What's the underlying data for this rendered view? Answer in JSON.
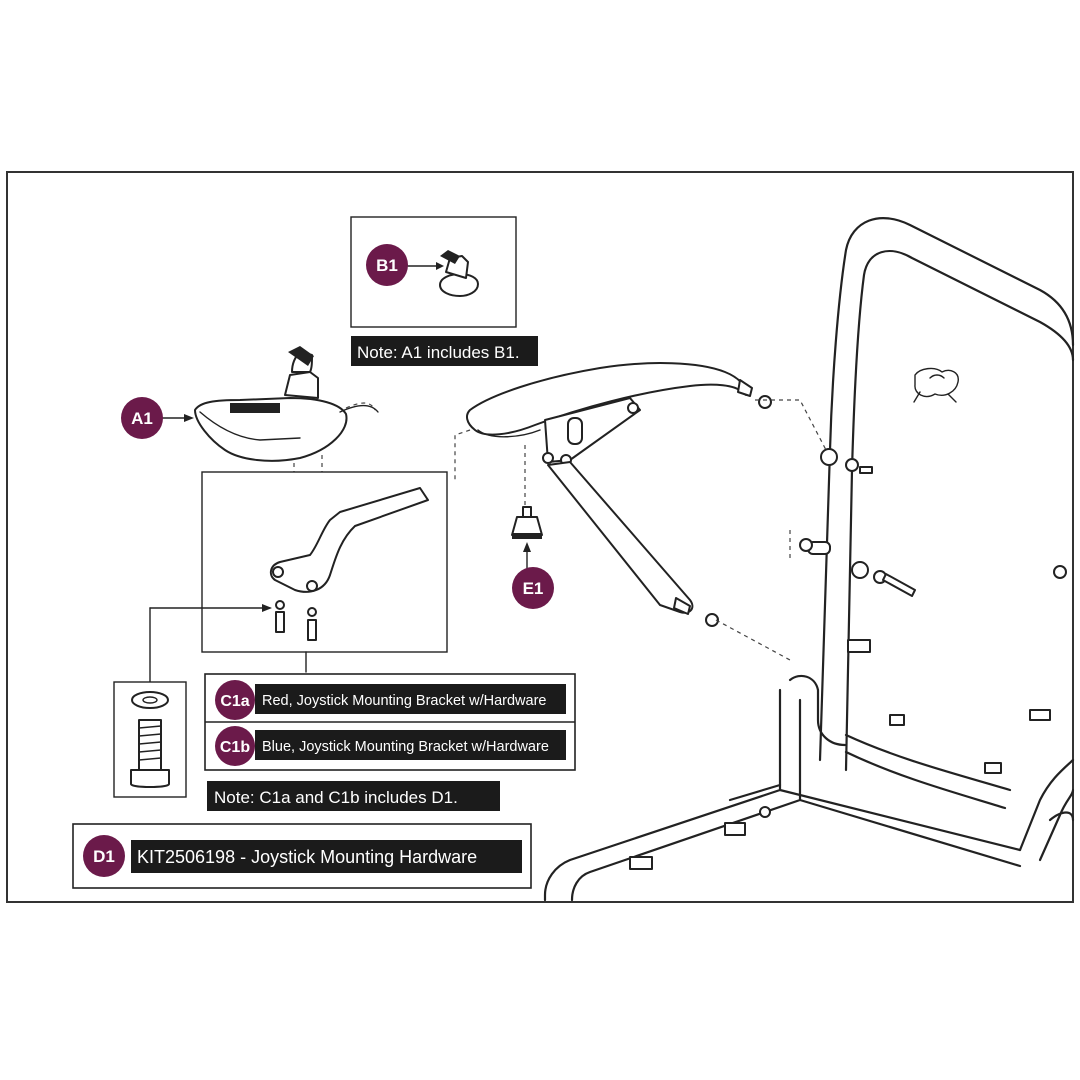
{
  "colors": {
    "badge": "#6b1a4a",
    "label_bg": "#1b1b1b",
    "label_text": "#ffffff",
    "border": "#333333"
  },
  "badges": {
    "a1": "A1",
    "b1": "B1",
    "c1a": "C1a",
    "c1b": "C1b",
    "d1": "D1",
    "e1": "E1"
  },
  "labels": {
    "note_a1": "Note: A1 includes B1.",
    "c1a_desc": "Red, Joystick Mounting Bracket w/Hardware",
    "c1b_desc": "Blue, Joystick Mounting Bracket w/Hardware",
    "note_c1": "Note: C1a and C1b includes D1.",
    "d1_desc": "KIT2506198 - Joystick Mounting Hardware"
  },
  "parts": {
    "a1": "joystick-controller",
    "b1": "joystick-knob",
    "c1": "joystick-mounting-bracket",
    "d1": "mounting-screw-and-washer",
    "e1": "armrest-knob",
    "frame": "wheelchair-seat-frame",
    "armrest": "armrest-assembly"
  }
}
